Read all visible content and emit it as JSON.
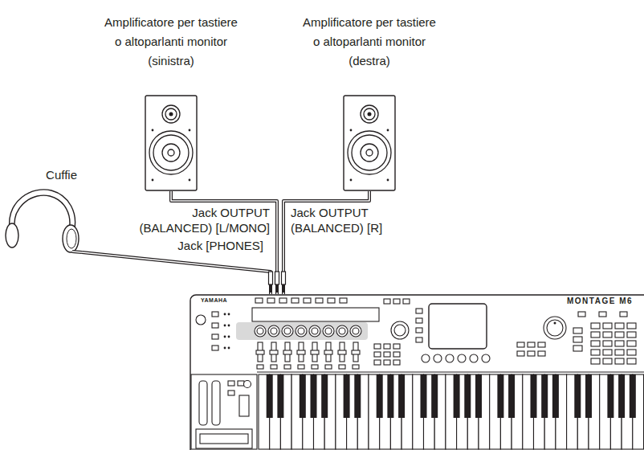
{
  "diagram": {
    "nodes": [
      {
        "text": [
          "Amplificatore per tastiere o altoparlanti monitor (sinistra)"
        ]
      },
      {
        "text": [
          "Amplificatore per tastiere o altoparlanti monitor (destra)"
        ]
      },
      {
        "text": [
          "Cuffie"
        ]
      },
      {
        "text": [
          "YAMAHA",
          "MONTAGE M6"
        ]
      }
    ],
    "edges": [
      {
        "from": 0,
        "to": 3,
        "label": "Jack OUTPUT (BALANCED) [L/MONO]",
        "arrow": "none"
      },
      {
        "from": 1,
        "to": 3,
        "label": "Jack OUTPUT (BALANCED) [R]",
        "arrow": "none"
      },
      {
        "from": 2,
        "to": 3,
        "label": "Jack [PHONES]",
        "arrow": "none"
      }
    ]
  }
}
